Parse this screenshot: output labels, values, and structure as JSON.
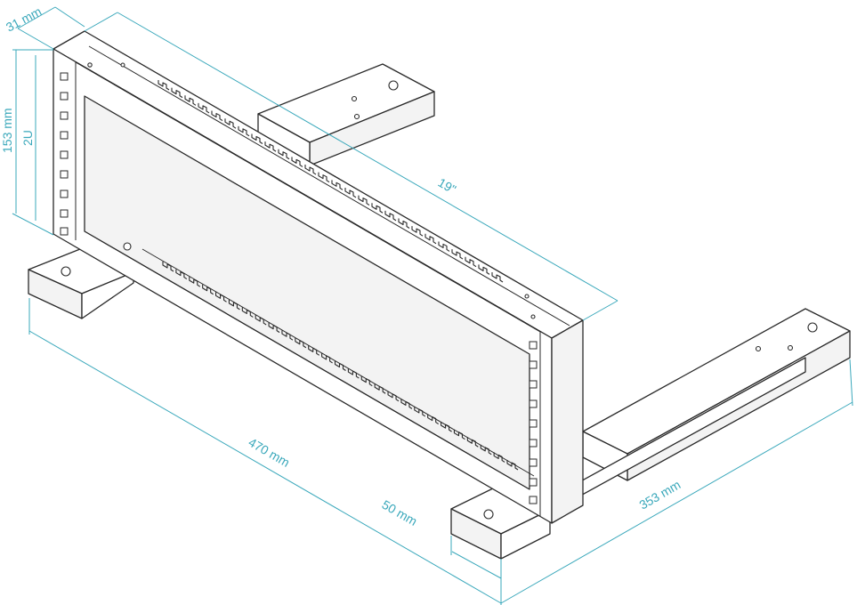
{
  "diagram": {
    "colors": {
      "dimension": "#3aa8bb",
      "outline": "#2a2a2a",
      "background": "#ffffff"
    },
    "dimensions": {
      "depth_top": "31 mm",
      "height_mm": "153 mm",
      "height_units": "2U",
      "rack_width": "19\"",
      "length": "470 mm",
      "foot_width": "50 mm",
      "depth": "353 mm"
    }
  }
}
